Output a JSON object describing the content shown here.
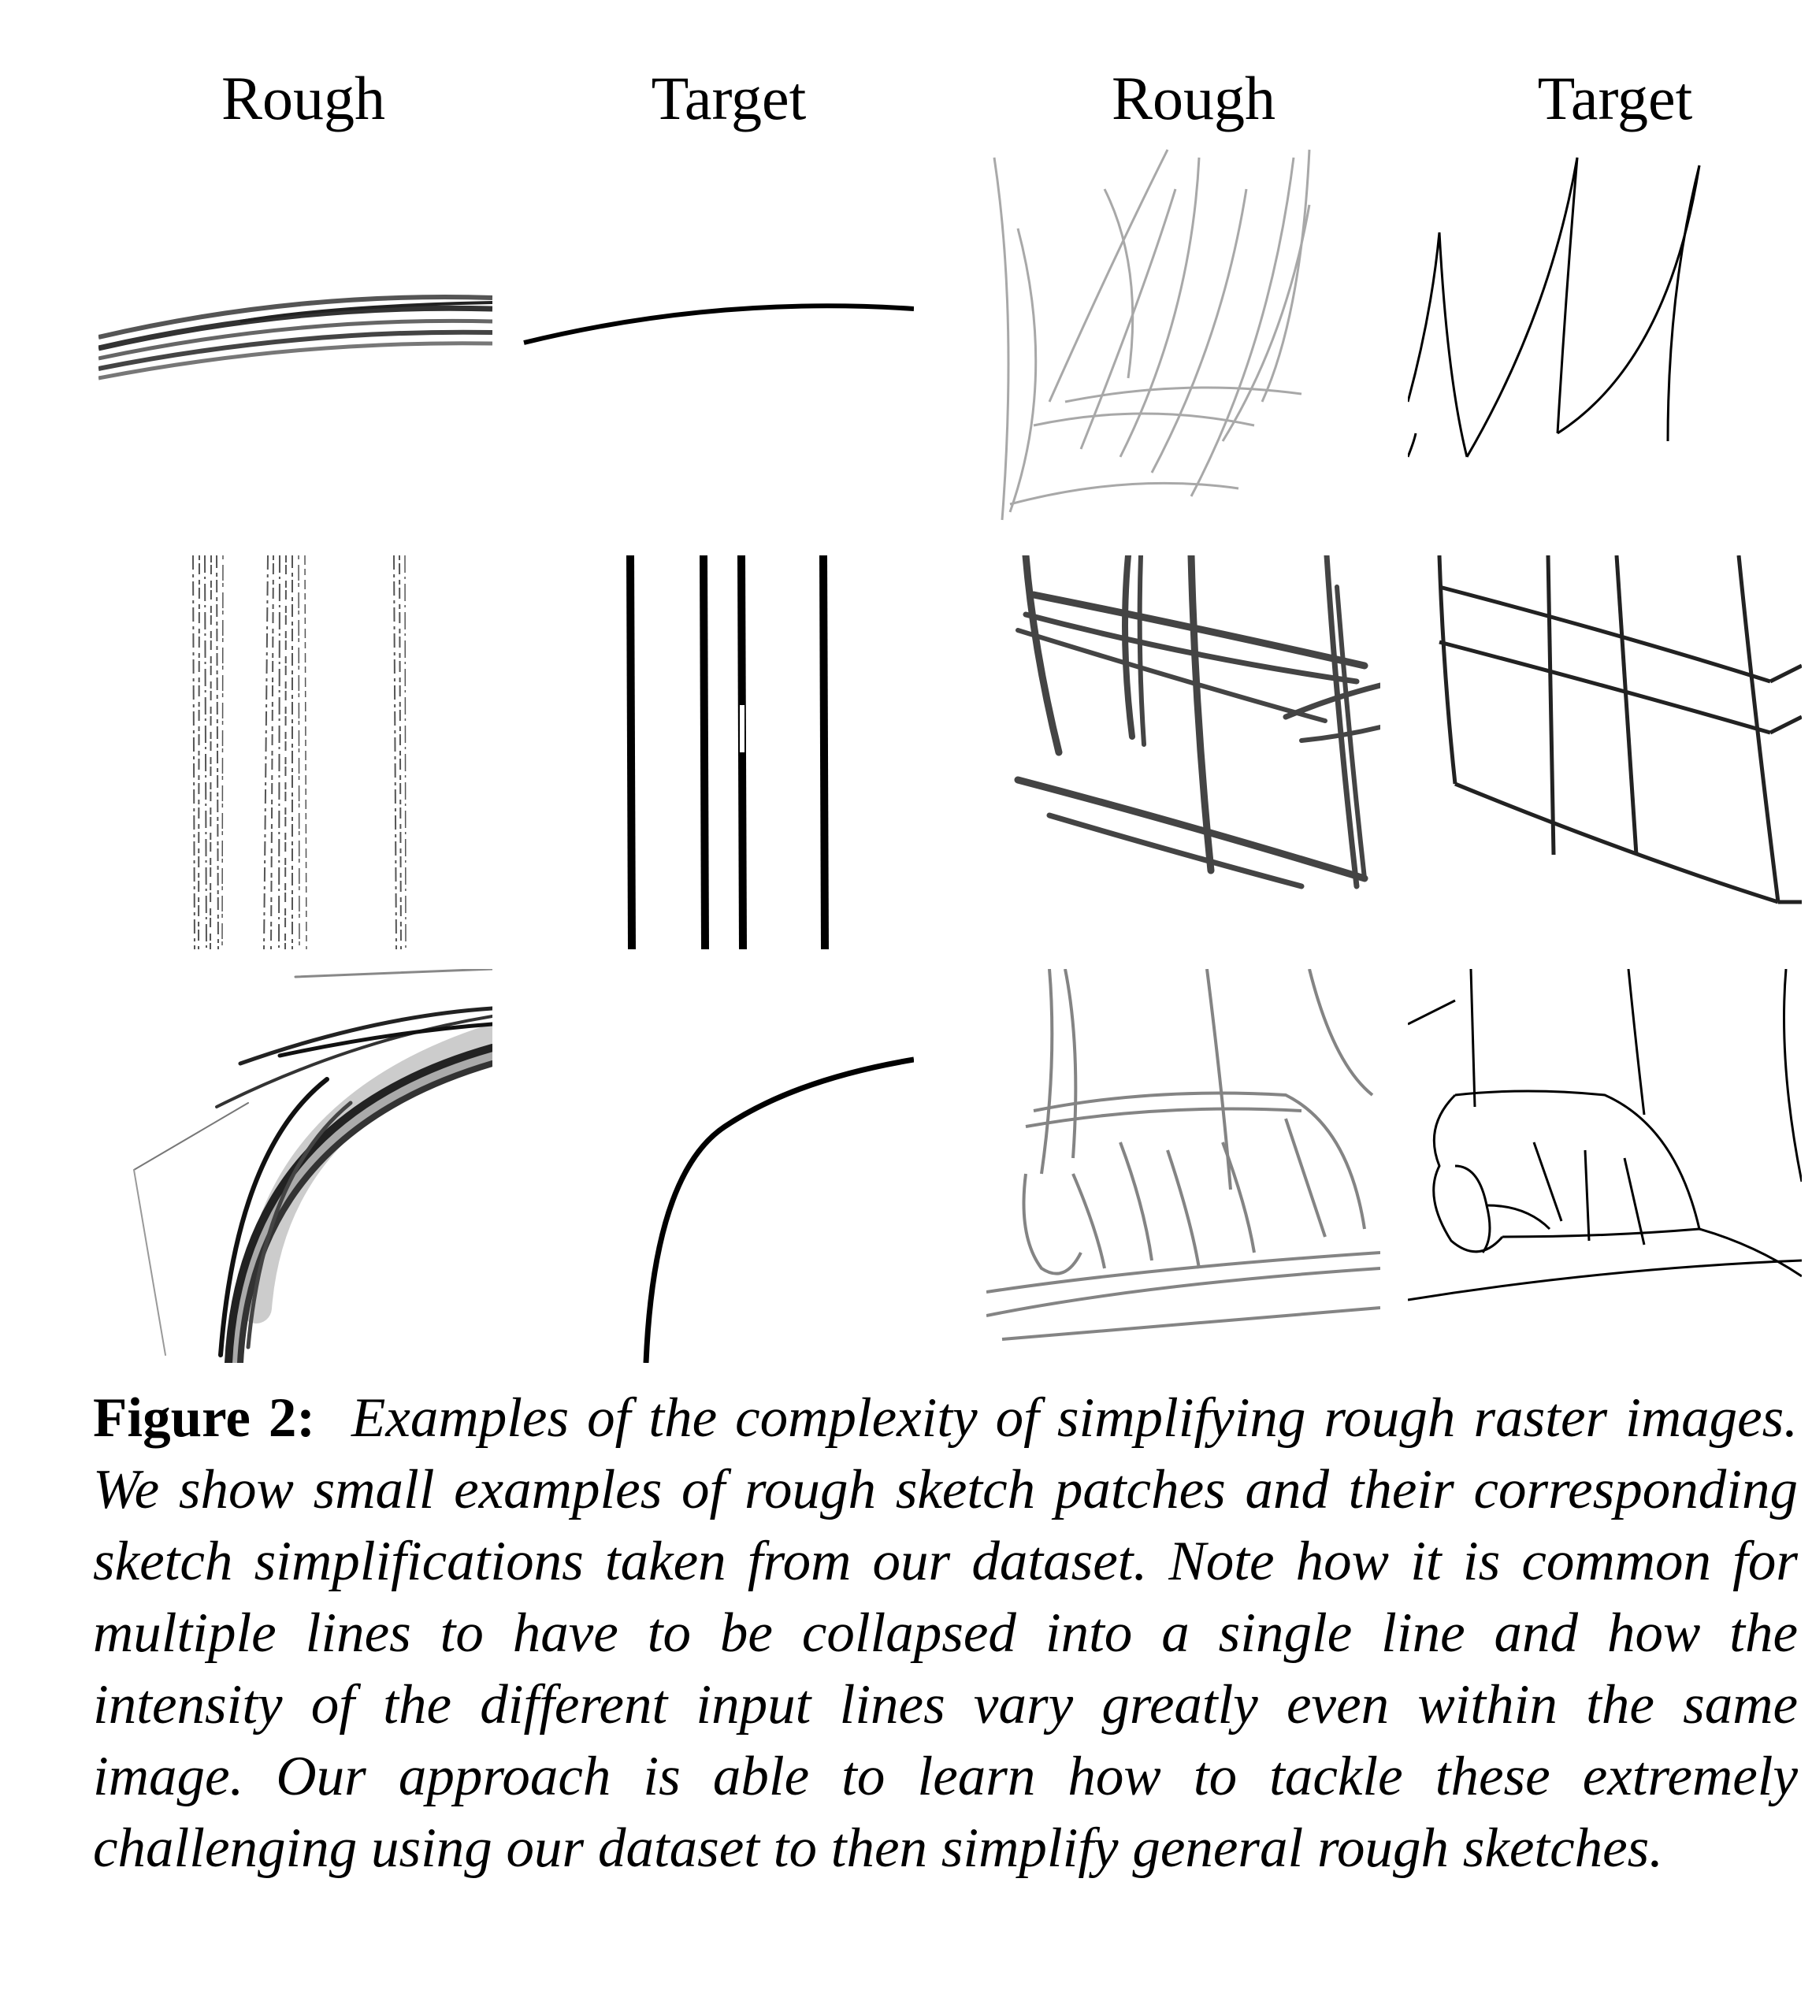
{
  "figure": {
    "column_headers": [
      "Rough",
      "Target",
      "Rough",
      "Target"
    ],
    "caption_label": "Figure 2:",
    "caption_text": "Examples of the complexity of simplifying rough raster images. We show small examples of rough sketch patches and their corresponding sketch simplifications taken from our dataset. Note how it is common for multiple lines to have to be collapsed into a single line and how the intensity of the different input lines vary greatly even within the same image. Our approach is able to learn how to tackle these extremely challenging using our dataset to then simplify general rough sketches."
  }
}
